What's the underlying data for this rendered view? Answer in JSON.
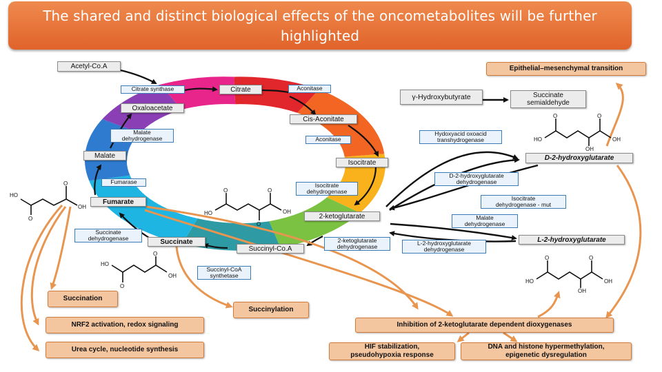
{
  "title": "The shared and distinct biological effects of the oncometabolites will be further highlighted",
  "cycle": {
    "acetyl_coa": "Acetyl-Co.A",
    "citrate_synthase": "Citrate synthase",
    "citrate": "Citrate",
    "aconitase_1": "Aconitase",
    "oxaloacetate": "Oxaloacetate",
    "cis_aconitate": "Cis-Aconitate",
    "malate_dh": "Malate\ndehydrogenase",
    "aconitase_2": "Aconitase",
    "malate": "Malate",
    "isocitrate": "Isocitrate",
    "fumarase": "Fumarase",
    "isocitrate_dh": "Isocitrate\ndehydrogenase",
    "fumarate": "Fumarate",
    "akg": "2-ketoglutarate",
    "succinate_dh": "Succinate\ndehydrogenase",
    "succinate": "Succinate",
    "succinyl_coa": "Succinyl-Co.A",
    "akg_dh": "2-ketoglutarate\ndehydrogenase",
    "succinyl_coa_synthetase": "Succinyl-CoA\nsynthetase"
  },
  "right": {
    "emt": "Epithelial–mesenchymal transition",
    "ghb": "γ-Hydroxybutyrate",
    "ssa": "Succinate\nsemialdehyde",
    "hot": "Hydoxyacid oxoacid\ntranshydrogenase",
    "d2hg": "D-2-hydroxyglutarate",
    "d2hgdh": "D-2-hydroxyglutarate\ndehydrogenase",
    "idh_mut": "Isocitrate\ndehydrogenase - mut",
    "mdh": "Malate\ndehydrogenase",
    "l2hgdh": "L-2-hydroxyglutarate\ndehydrogenase",
    "l2hg": "L-2-hydroxyglutarate"
  },
  "effects": {
    "succination": "Succination",
    "succinylation": "Succinylation",
    "nrf2": "NRF2 activation, redox signaling",
    "urea": "Urea cycle, nucleotide synthesis",
    "inhibition": "Inhibition of 2-ketoglutarate dependent dioxygenases",
    "hif": "HIF stabilization,\npseudohypoxia response",
    "dna": "DNA and histone hypermethylation,\nepigenetic dysregulation"
  },
  "atoms": {
    "ho": "HO",
    "oh": "OH",
    "o": "O"
  },
  "colors": {
    "banner": "#e8743b",
    "arrow": "#e89550",
    "enzyme_border": "#3b7bb8"
  }
}
